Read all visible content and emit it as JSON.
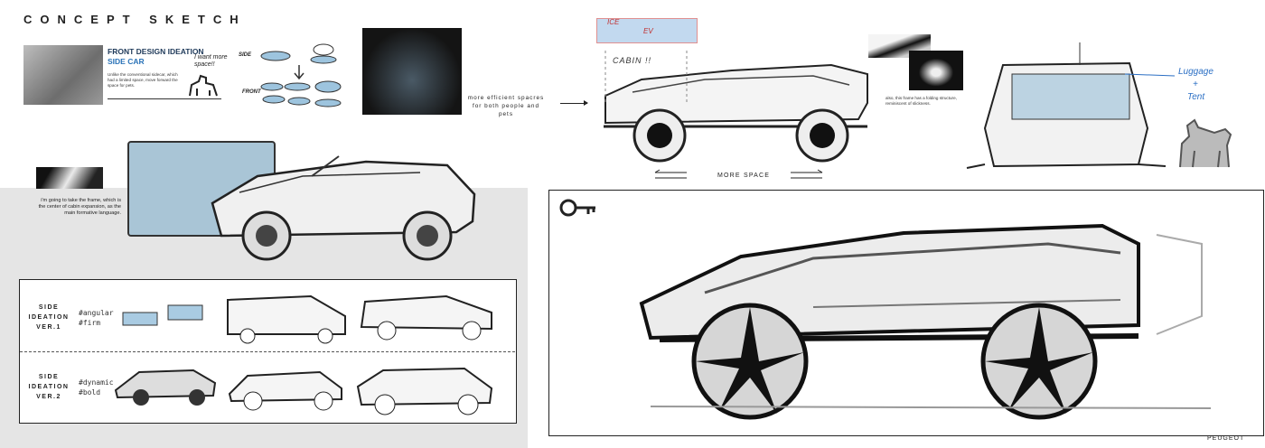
{
  "header": {
    "title": "CONCEPT SKETCH"
  },
  "front_design": {
    "title": "FRONT DESIGN IDEATION",
    "subtitle": "SIDE CAR",
    "body": "Unlike the conventional sidecar, which had a limited space, move forward the space for pets.",
    "speech": "I want more space!!",
    "side_label": "SIDE",
    "front_label": "FRONT"
  },
  "efficiency": {
    "text": "more efficient spacres for both people and pets"
  },
  "cabin": {
    "ice": "ICE",
    "ev": "EV",
    "cabin": "CABIN !!",
    "more_space": "MORE SPACE"
  },
  "frame_note": "also, this frame has a folding structure, reminiscent of slickness.",
  "rear_note": {
    "line1": "Luggage",
    "plus": "+",
    "line2": "Tent"
  },
  "frame_intro": "i'm going to take the frame, which is the center of cabin expansion, as the main formative language.",
  "side_ideation": [
    {
      "label": "SIDE IDEATION VER.1",
      "tags": [
        "#angular",
        "#firm"
      ]
    },
    {
      "label": "SIDE IDEATION VER.2",
      "tags": [
        "#dynamic",
        "#bold"
      ]
    }
  ],
  "brand": "PEUGEOT",
  "icons": {
    "key": "key-icon"
  },
  "colors": {
    "accent_blue": "#a9c5d6",
    "ink": "#222222",
    "panel_gray": "#e5e5e5"
  }
}
